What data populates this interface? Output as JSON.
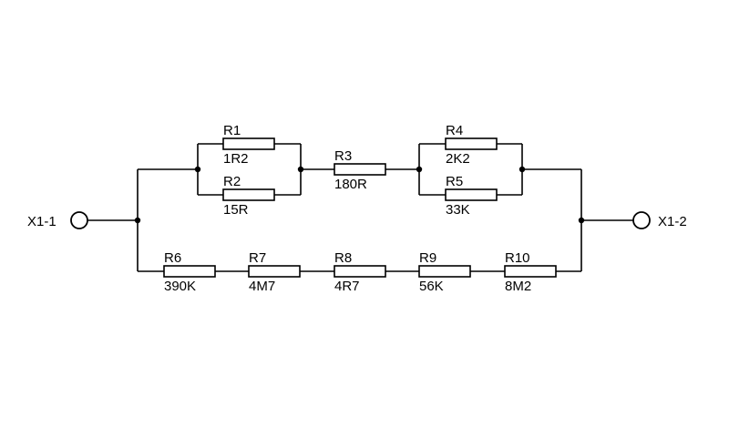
{
  "terminals": {
    "left": {
      "label": "X1-1"
    },
    "right": {
      "label": "X1-2"
    }
  },
  "resistors": [
    {
      "ref": "R1",
      "value": "1R2"
    },
    {
      "ref": "R2",
      "value": "15R"
    },
    {
      "ref": "R3",
      "value": "180R"
    },
    {
      "ref": "R4",
      "value": "2K2"
    },
    {
      "ref": "R5",
      "value": "33K"
    },
    {
      "ref": "R6",
      "value": "390K"
    },
    {
      "ref": "R7",
      "value": "4M7"
    },
    {
      "ref": "R8",
      "value": "4R7"
    },
    {
      "ref": "R9",
      "value": "56K"
    },
    {
      "ref": "R10",
      "value": "8M2"
    }
  ]
}
